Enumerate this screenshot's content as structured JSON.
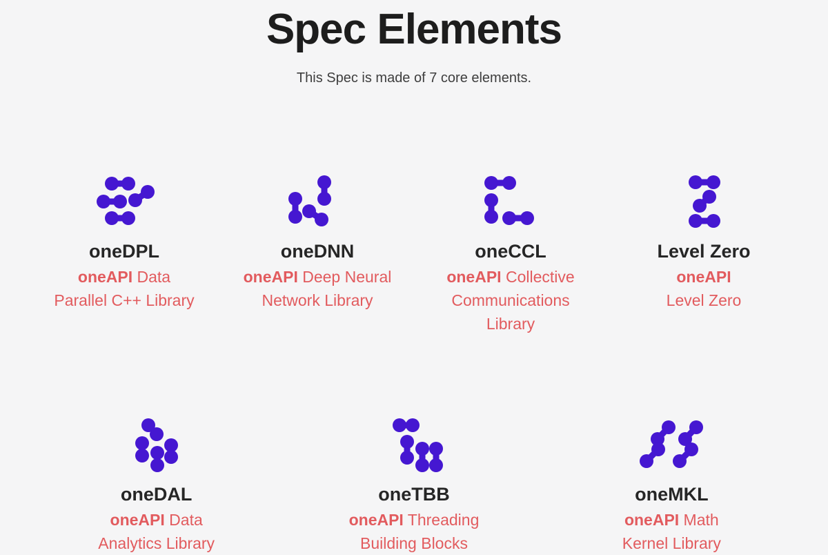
{
  "header": {
    "title": "Spec Elements",
    "subtitle": "This Spec is made of 7 core elements."
  },
  "colors": {
    "background": "#f5f5f6",
    "heading": "#1d1d1d",
    "subtitle_gray": "#3e3e3e",
    "element_name": "#262626",
    "accent_red": "#e25b5e",
    "icon_purple": "#4517d1"
  },
  "elements": [
    {
      "name": "oneDPL",
      "icon": "onedpl-molecule-icon",
      "desc_bold": "oneAPI",
      "desc_lines": [
        "oneAPI Data",
        "Parallel C++ Library"
      ],
      "row": 1
    },
    {
      "name": "oneDNN",
      "icon": "onednn-molecule-icon",
      "desc_bold": "oneAPI",
      "desc_lines": [
        "oneAPI Deep Neural",
        "Network Library"
      ],
      "row": 1
    },
    {
      "name": "oneCCL",
      "icon": "oneccl-molecule-icon",
      "desc_bold": "oneAPI",
      "desc_lines": [
        "oneAPI Collective",
        "Communications",
        "Library"
      ],
      "row": 1
    },
    {
      "name": "Level Zero",
      "icon": "levelzero-molecule-icon",
      "desc_bold": "oneAPI",
      "desc_lines": [
        "oneAPI",
        "Level Zero"
      ],
      "row": 1
    },
    {
      "name": "oneDAL",
      "icon": "onedal-molecule-icon",
      "desc_bold": "oneAPI",
      "desc_lines": [
        "oneAPI Data",
        "Analytics Library"
      ],
      "row": 2
    },
    {
      "name": "oneTBB",
      "icon": "onetbb-molecule-icon",
      "desc_bold": "oneAPI",
      "desc_lines": [
        "oneAPI Threading",
        "Building Blocks"
      ],
      "row": 2
    },
    {
      "name": "oneMKL",
      "icon": "onemkl-molecule-icon",
      "desc_bold": "oneAPI",
      "desc_lines": [
        "oneAPI Math",
        "Kernel Library"
      ],
      "row": 2
    }
  ]
}
